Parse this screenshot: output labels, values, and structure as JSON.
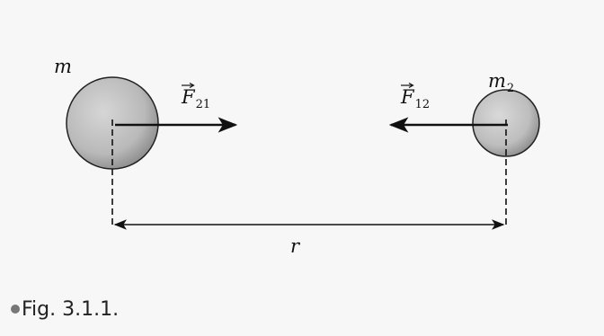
{
  "figure": {
    "mass1_label": "m",
    "mass2_label": "m",
    "mass2_subscript": "2",
    "force21_label": "F",
    "force21_subscript": "21",
    "force12_label": "F",
    "force12_subscript": "12",
    "distance_label": "r",
    "caption": "Fig. 3.1.1."
  },
  "colors": {
    "ink": "#111111",
    "sphere_fill": "#bdbdbd",
    "background": "#f7f7f7"
  }
}
